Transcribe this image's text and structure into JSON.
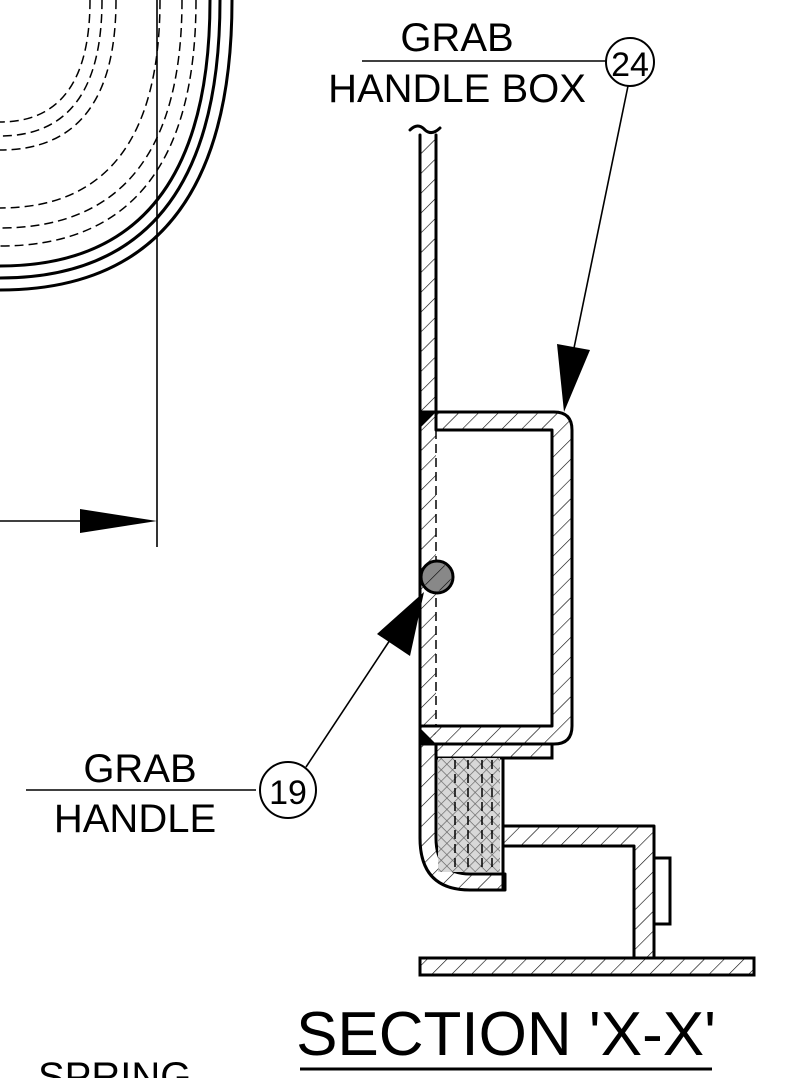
{
  "callouts": [
    {
      "id": "24",
      "line1": "GRAB",
      "line2": "HANDLE BOX"
    },
    {
      "id": "19",
      "line1": "GRAB",
      "line2": "HANDLE"
    }
  ],
  "section_title": "SECTION 'X-X'",
  "partial_label": "SPRING"
}
